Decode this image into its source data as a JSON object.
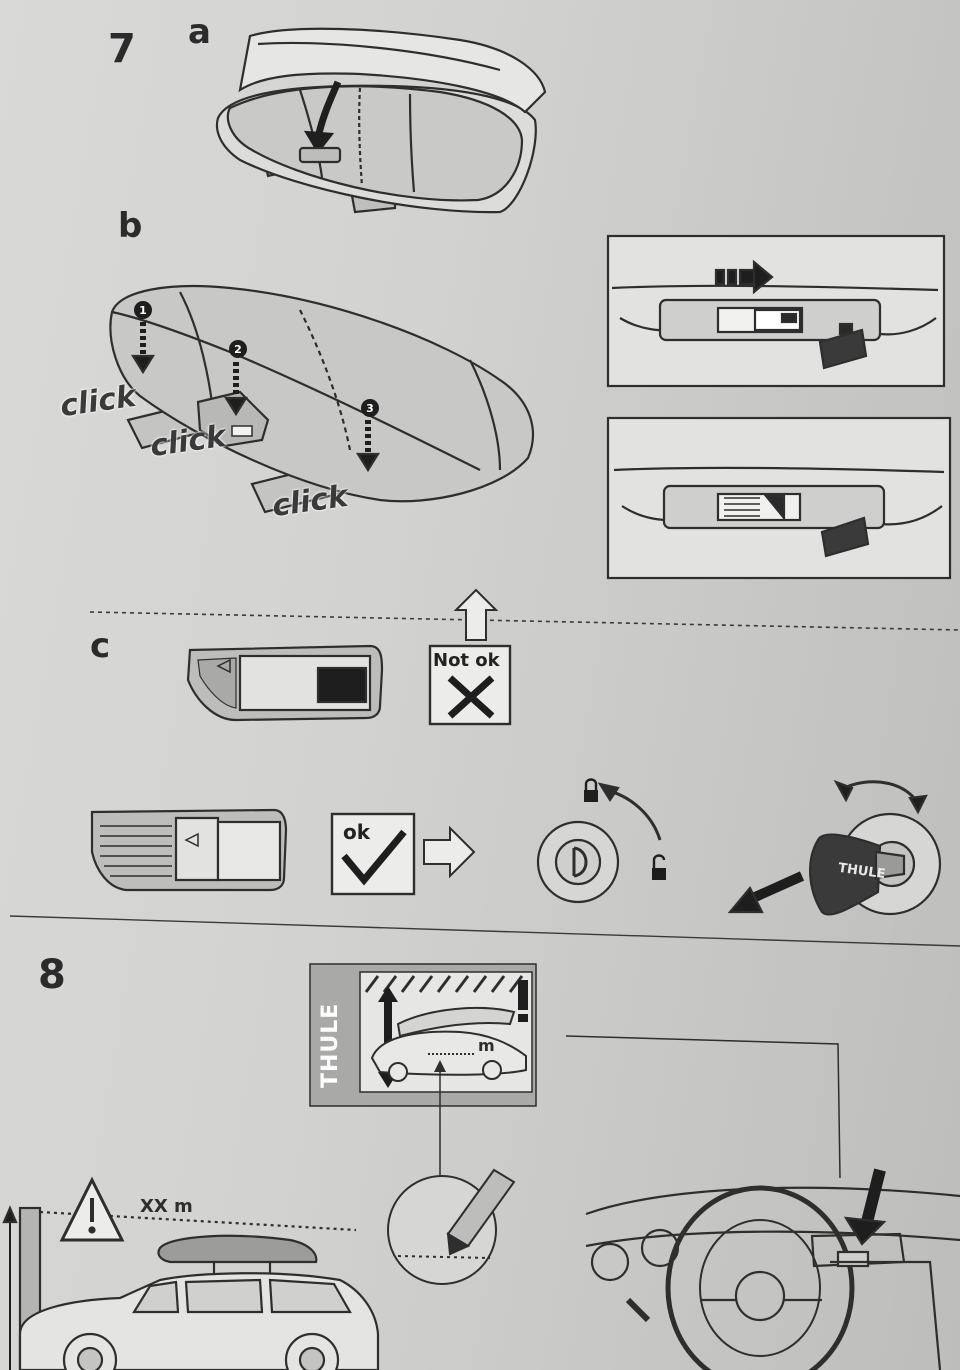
{
  "steps": {
    "step7": {
      "number": "7",
      "sub_a": "a",
      "sub_b": "b",
      "sub_c": "c"
    },
    "step8": {
      "number": "8"
    }
  },
  "clicks": [
    "click",
    "click",
    "click"
  ],
  "callout_numbers": [
    "1",
    "2",
    "3"
  ],
  "status": {
    "not_ok": "Not ok",
    "ok": "ok"
  },
  "height_label": "XX m",
  "sticker": {
    "brand": "THULE",
    "unit": "m"
  },
  "key_brand": "THULE"
}
